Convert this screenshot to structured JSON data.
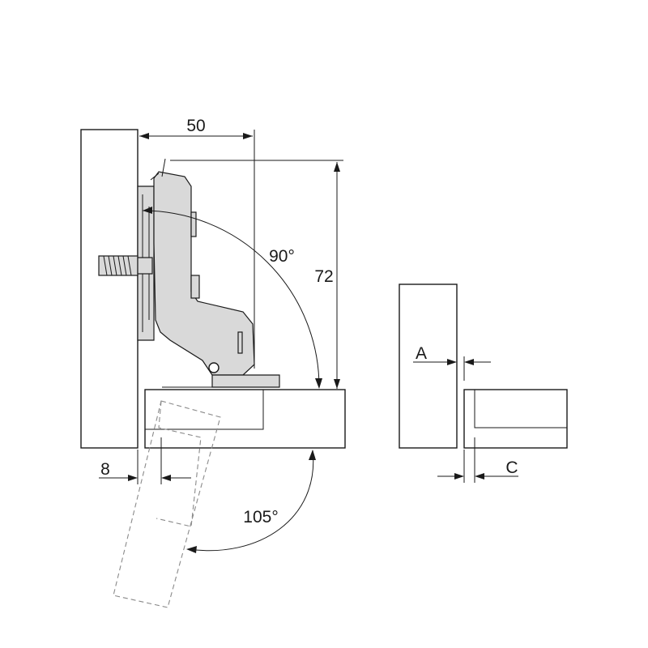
{
  "dimensions": {
    "width_50": "50",
    "height_72": "72",
    "angle_90": "90°",
    "angle_105": "105°",
    "offset_8": "8",
    "param_a": "A",
    "param_c": "C"
  },
  "colors": {
    "line": "#1a1a1a",
    "dashed": "#8a8a8a",
    "hinge_fill": "#d9d9d9"
  }
}
